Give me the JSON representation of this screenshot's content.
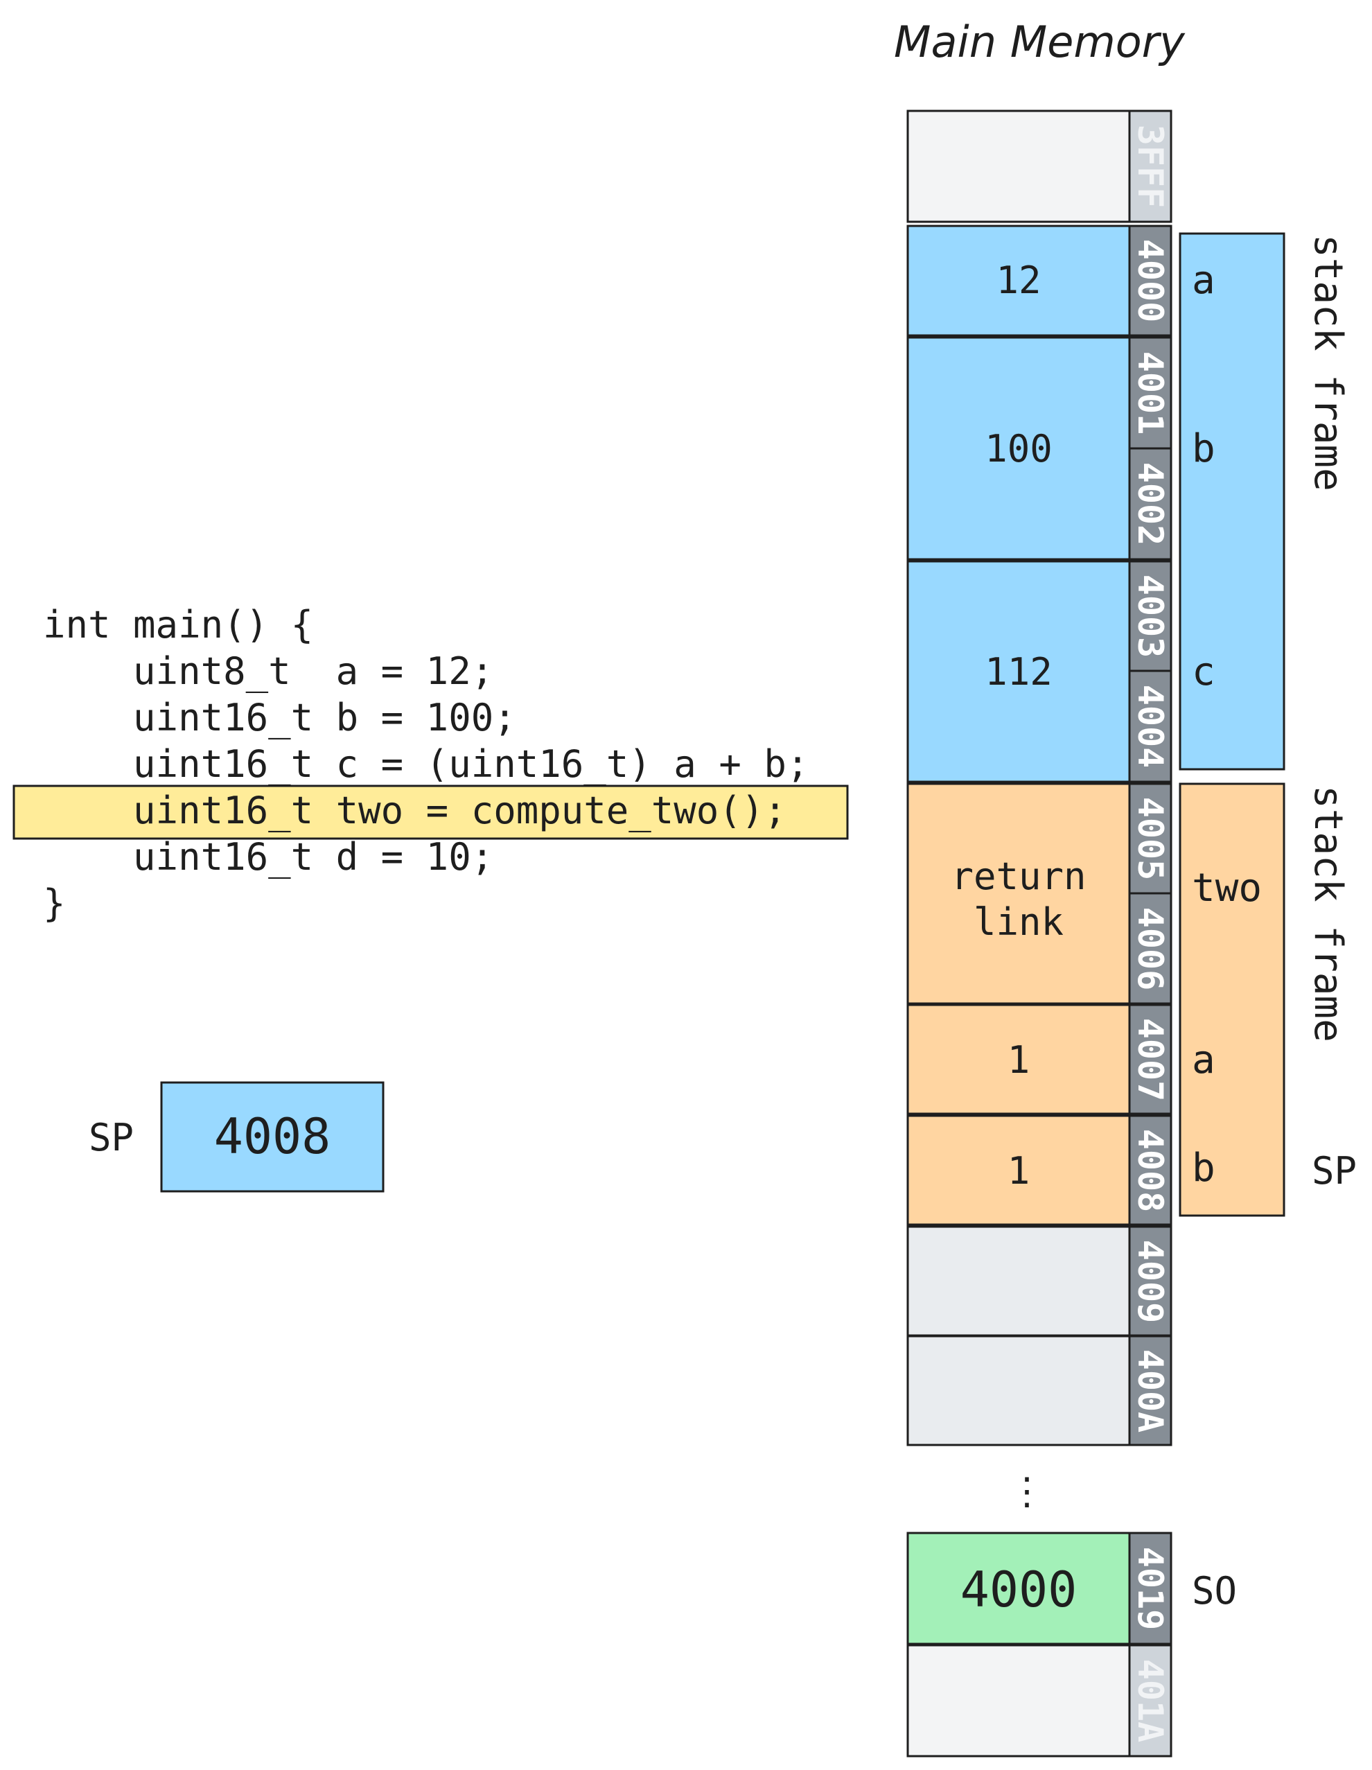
{
  "title": "Main Memory",
  "code_lines": [
    "int main() {",
    "    uint8_t  a = 12;",
    "    uint16_t b = 100;",
    "    uint16_t c = (uint16_t) a + b;",
    "    uint16_t two = compute_two();",
    "    uint16_t d = 10;",
    "}"
  ],
  "highlighted_line_index": 4,
  "sp_register": {
    "label": "SP",
    "value": "4008"
  },
  "addresses": [
    {
      "label": "3FFF",
      "style": "faded"
    },
    {
      "label": "4000",
      "style": "normal"
    },
    {
      "label": "4001",
      "style": "normal"
    },
    {
      "label": "4002",
      "style": "normal"
    },
    {
      "label": "4003",
      "style": "normal"
    },
    {
      "label": "4004",
      "style": "normal"
    },
    {
      "label": "4005",
      "style": "normal"
    },
    {
      "label": "4006",
      "style": "normal"
    },
    {
      "label": "4007",
      "style": "normal"
    },
    {
      "label": "4008",
      "style": "normal"
    },
    {
      "label": "4009",
      "style": "normal"
    },
    {
      "label": "400A",
      "style": "normal"
    },
    {
      "label": "4019",
      "style": "normal"
    },
    {
      "label": "401A",
      "style": "faded"
    }
  ],
  "cells": [
    {
      "text": "",
      "color": "#f3f4f5"
    },
    {
      "text": "12",
      "color": "#99d9ff"
    },
    {
      "text": "100",
      "color": "#99d9ff"
    },
    {
      "text": "112",
      "color": "#99d9ff"
    },
    {
      "text": "return\nlink",
      "color": "#ffd5a1"
    },
    {
      "text": "1",
      "color": "#ffd5a1"
    },
    {
      "text": "1",
      "color": "#ffd5a1"
    },
    {
      "text": "",
      "color": "#e9ecef"
    },
    {
      "text": "",
      "color": "#e9ecef"
    },
    {
      "text": "4000",
      "color": "#a3f0b8"
    },
    {
      "text": "",
      "color": "#f3f4f5"
    }
  ],
  "ellipsis": "⋮",
  "frames": [
    {
      "label": "stack frame",
      "color": "#99d9ff",
      "vars": [
        "a",
        "b",
        "c"
      ]
    },
    {
      "label": "stack frame",
      "color": "#ffd5a1",
      "vars": [
        "two",
        "a",
        "b"
      ]
    }
  ],
  "sp_marker": "SP",
  "so_marker": "SO",
  "colors": {
    "blue": "#99d9ff",
    "orange": "#ffd5a1",
    "green": "#a3f0b8",
    "gray": "#e9ecef",
    "light": "#f3f4f5",
    "highlight": "#ffec99",
    "address_bar": "#868e96",
    "address_bar_faded": "#ced4da",
    "stroke": "#1e1e1e"
  }
}
